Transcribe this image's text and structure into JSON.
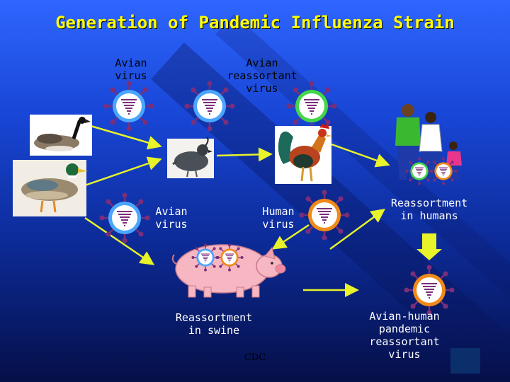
{
  "title": "Generation of Pandemic Influenza Strain",
  "labels": {
    "avian_virus_top": "Avian\nvirus",
    "avian_reassortant": "Avian\nreassortant\nvirus",
    "avian_virus_mid": "Avian\nvirus",
    "human_virus": "Human\nvirus",
    "reassortment_humans": "Reassortment\nin humans",
    "reassortment_swine": "Reassortment\nin swine",
    "pandemic": "Avian-human\npandemic\nreassortant\nvirus"
  },
  "source": "CDC",
  "colors": {
    "title": "#ffff00",
    "virus_avian_ring": "#4aa6ff",
    "virus_reassortant_ring": "#44d64a",
    "virus_human_ring": "#f08a18",
    "virus_core": "#ffffff",
    "spike": "#7a2f7a",
    "arrow": "#e8f32a"
  },
  "icons": [
    "goose-icon",
    "mallard-duck-icon",
    "quail-icon",
    "rooster-icon",
    "family-icon",
    "pig-icon",
    "virus-icon"
  ]
}
